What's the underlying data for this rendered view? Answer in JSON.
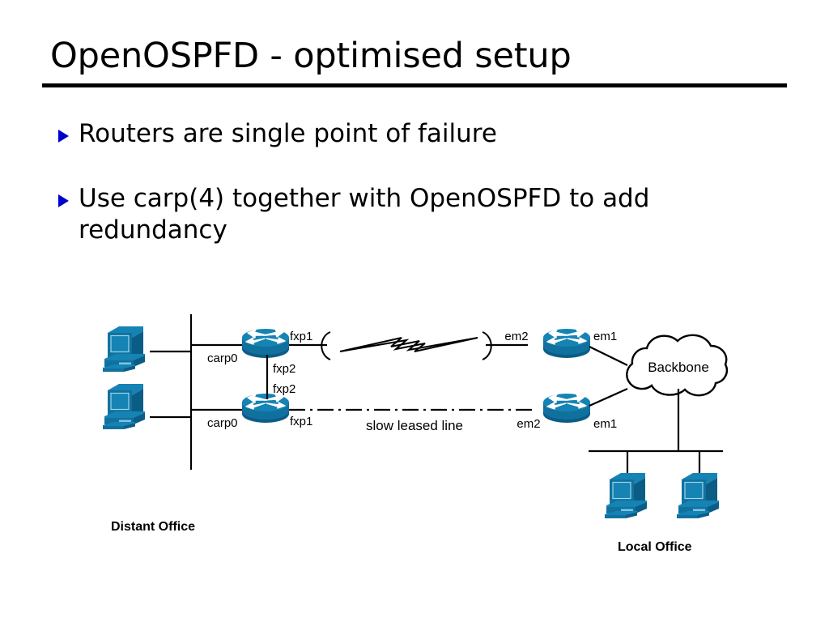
{
  "slide": {
    "title": "OpenOSPFD - optimised setup",
    "bullets": [
      "Routers are single point of failure",
      "Use carp(4) together with OpenOSPFD to add redundancy"
    ]
  },
  "diagram": {
    "labels": {
      "carp0_top": "carp0",
      "carp0_bottom": "carp0",
      "fxp1_top": "fxp1",
      "fxp2_top": "fxp2",
      "fxp2_bottom": "fxp2",
      "fxp1_bottom": "fxp1",
      "em2_top": "em2",
      "em1_top": "em1",
      "em2_bottom": "em2",
      "em1_bottom": "em1",
      "cloud": "Backbone",
      "leased_line": "slow leased line",
      "distant_office": "Distant Office",
      "local_office": "Local Office"
    },
    "icons": {
      "router_top_left": "router-icon",
      "router_bottom_left": "router-icon",
      "router_top_right": "router-icon",
      "router_bottom_right": "router-icon",
      "pc_top_left": "pc-icon",
      "pc_bottom_left": "pc-icon",
      "pc_left_local": "pc-icon",
      "pc_right_local": "pc-icon",
      "wan_link": "lightning-bolt-icon",
      "backbone": "cloud-icon"
    }
  },
  "colors": {
    "bullet_marker": "#0000cc",
    "device_body": "#11719e",
    "device_top": "#1583b4",
    "device_dark": "#0b5d85",
    "text": "#000000",
    "background": "#ffffff"
  }
}
